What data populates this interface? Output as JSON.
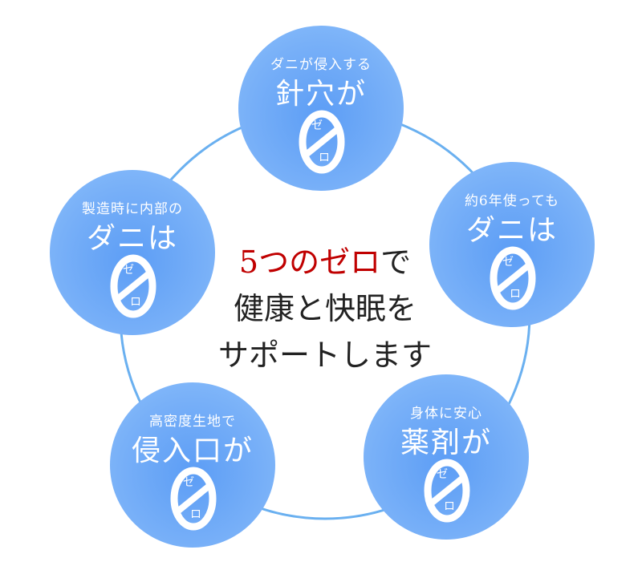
{
  "center": {
    "line1_red": "5つのゼロ",
    "line1_rest": "で",
    "line2": "健康と快眠を",
    "line3": "サポートします"
  },
  "bubbles": [
    {
      "small": "ダニが侵入する",
      "big": "針穴が",
      "zero": "0",
      "ze": "ゼ",
      "ro": "ロ"
    },
    {
      "small": "約6年使っても",
      "big": "ダニは",
      "zero": "0",
      "ze": "ゼ",
      "ro": "ロ"
    },
    {
      "small": "身体に安心",
      "big": "薬剤が",
      "zero": "0",
      "ze": "ゼ",
      "ro": "ロ"
    },
    {
      "small": "高密度生地で",
      "big": "侵入口が",
      "zero": "0",
      "ze": "ゼ",
      "ro": "ロ"
    },
    {
      "small": "製造時に内部の",
      "big": "ダニは",
      "zero": "0",
      "ze": "ゼ",
      "ro": "ロ"
    }
  ],
  "colors": {
    "ring": "#6ab0f0",
    "bubble": "#6fa9f7",
    "accent": "#c00000"
  }
}
